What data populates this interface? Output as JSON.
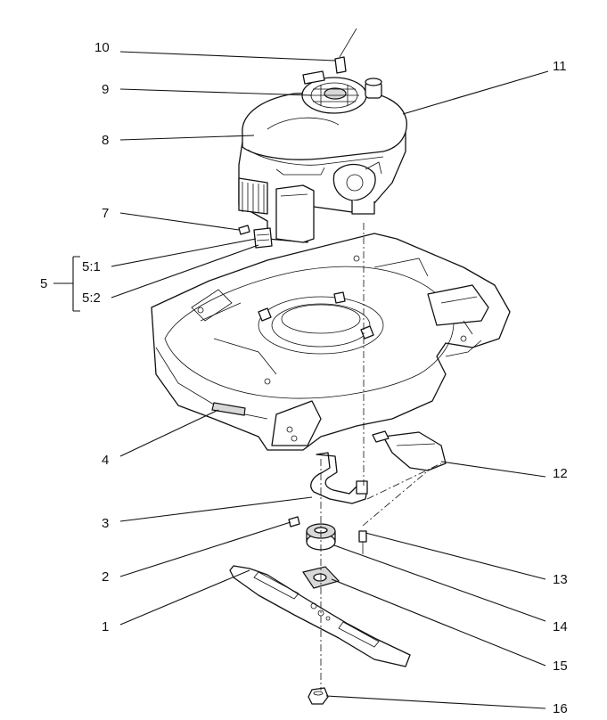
{
  "callouts": {
    "c1": "1",
    "c2": "2",
    "c3": "3",
    "c4": "4",
    "c5": "5",
    "c5_1": "5:1",
    "c5_2": "5:2",
    "c7": "7",
    "c8": "8",
    "c9": "9",
    "c10": "10",
    "c11": "11",
    "c12": "12",
    "c13": "13",
    "c14": "14",
    "c15": "15",
    "c16": "16"
  }
}
